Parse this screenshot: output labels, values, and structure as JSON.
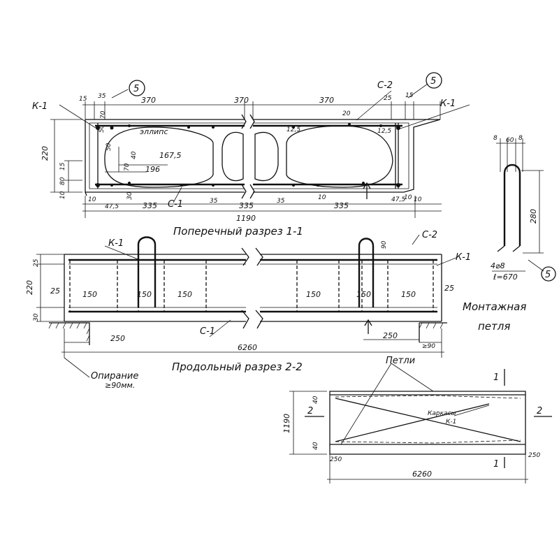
{
  "colors": {
    "ink": "#111111",
    "paper": "#ffffff"
  },
  "cross_section": {
    "caption": "Поперечный разрез 1-1",
    "callout_5": "5",
    "label_k1_left": "К-1",
    "label_k1_right": "К-1",
    "label_c2": "С-2",
    "label_c1": "С-1",
    "ellipse_label": "эллипс",
    "top_dims": [
      "15",
      "35",
      "370",
      "370",
      "370",
      "25",
      "15"
    ],
    "bottom_dims": [
      "10",
      "47,5",
      "335",
      "35",
      "335",
      "35",
      "335",
      "47,5",
      "10"
    ],
    "overall_width": "1190",
    "height": "220",
    "left_dims": [
      "15",
      "80",
      "10"
    ],
    "inner_dims": [
      "167,5",
      "196",
      "70",
      "40",
      "50",
      "50",
      "30",
      "70"
    ],
    "misc_dims": [
      "20",
      "12,5",
      "12,5",
      "10",
      "10"
    ]
  },
  "long_section": {
    "caption": "Продольный разрез 2-2",
    "label_k1_left": "К-1",
    "label_k1_right": "К-1",
    "label_c2": "С-2",
    "label_c1": "С-1",
    "stirrup_spacing": [
      "150",
      "150",
      "150",
      "150",
      "150",
      "150"
    ],
    "end_dims": [
      "25",
      "25"
    ],
    "left_dims": [
      "25",
      "220",
      "30"
    ],
    "loop_dim": "90",
    "support_len_left": "250",
    "support_len_right": "250",
    "support_min": "≥90",
    "overall_length": "6260",
    "support_note": "Опирание",
    "support_note2": "≥90мм."
  },
  "loop_detail": {
    "caption1": "Монтажная",
    "caption2": "петля",
    "top_dims": [
      "8",
      "60",
      "8"
    ],
    "height": "280",
    "rebar": "4⌀8",
    "length": "ℓ=670",
    "callout_5": "5"
  },
  "plan": {
    "label_loops": "Петли",
    "label_frames": "Каркасы",
    "label_k1": "К-1",
    "section_1_top": "1",
    "section_1_bottom": "1",
    "section_2_left": "2",
    "section_2_right": "2",
    "width": "1190",
    "edge_dim_top": "40",
    "edge_dim_bottom": "40",
    "end_left": "250",
    "end_right": "250",
    "length": "6260"
  }
}
